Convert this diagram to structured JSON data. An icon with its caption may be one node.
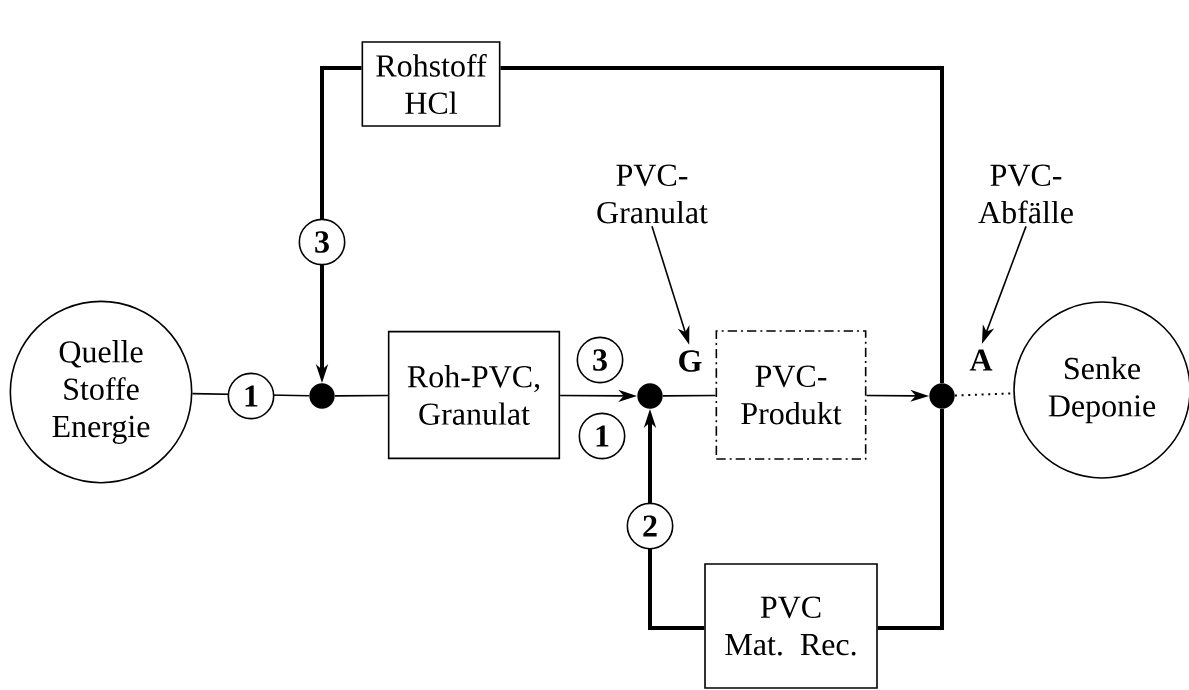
{
  "diagram": {
    "nodes": [
      {
        "text": [
          "Rohstoff HCl"
        ]
      },
      {
        "text": [
          "PVC- Granulat"
        ]
      },
      {
        "text": [
          "PVC- Abfälle"
        ]
      },
      {
        "text": [
          "Quelle Stoffe Energie"
        ]
      },
      {
        "text": [],
        "shape": "circle"
      },
      {
        "text": [
          "Roh-PVC, Granulat"
        ]
      },
      {
        "text": [
          "G"
        ]
      },
      {
        "text": [],
        "shape": "circle"
      },
      {
        "text": [
          "PVC- Produkt"
        ]
      },
      {
        "text": [
          "A"
        ]
      },
      {
        "text": [],
        "shape": "circle"
      },
      {
        "text": [
          "Senke Deponie"
        ]
      },
      {
        "text": [
          "PVC Mat. Rec."
        ]
      }
    ],
    "edges": [
      {
        "from": 3,
        "to": 4,
        "arrow": "none",
        "label": "1"
      },
      {
        "from": 0,
        "to": 4,
        "arrow": "to",
        "style": "thick",
        "label": "3"
      },
      {
        "from": 4,
        "to": 5,
        "arrow": "none"
      },
      {
        "from": 5,
        "to": 7,
        "arrow": "to"
      },
      {
        "from": 1,
        "to": 6,
        "arrow": "to"
      },
      {
        "from": 7,
        "to": 8,
        "arrow": "none"
      },
      {
        "from": 8,
        "to": 10,
        "arrow": "to"
      },
      {
        "from": 10,
        "to": 11,
        "arrow": "none",
        "style": "dashed"
      },
      {
        "from": 10,
        "to": 0,
        "arrow": "none",
        "style": "thick"
      },
      {
        "from": 10,
        "to": 12,
        "arrow": "none",
        "style": "thick"
      },
      {
        "from": 12,
        "to": 7,
        "arrow": "to",
        "style": "thick",
        "label": "2"
      },
      {
        "from": 2,
        "to": 9,
        "arrow": "to"
      }
    ],
    "labels": [
      "3",
      "1"
    ]
  }
}
